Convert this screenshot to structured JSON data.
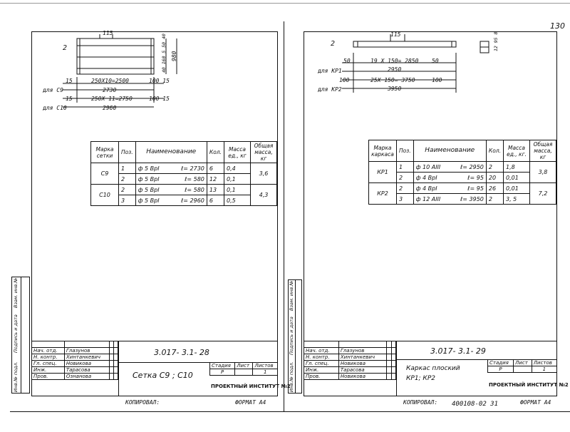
{
  "page_number": "130",
  "left": {
    "mesh": {
      "top_dim": "115",
      "label_2": "2",
      "right_dims": "40 160 5 50 40",
      "side_dim": "980",
      "dim_15a": "15",
      "dim_250x10": "250X10=2500",
      "dim_100_15": "100 15",
      "label_c9": "для С9",
      "c9_total": "2730",
      "dim_15b": "15",
      "dim_250x11": "250X 11=2750",
      "dim_100_15b": "100 15",
      "label_c10": "для С10",
      "c10_total": "2960"
    },
    "table": {
      "headers": [
        "Марка сетки",
        "Поз.",
        "Наименование",
        "Кол.",
        "Масса ед., кг",
        "Общая масса, кг"
      ],
      "rows": [
        {
          "mark": "С9",
          "pos": "1",
          "name": "ф 5 ВрI",
          "len": "ℓ= 2730",
          "qty": "6",
          "mass": "0,4",
          "total": "3,6"
        },
        {
          "mark": "",
          "pos": "2",
          "name": "ф 5 ВрI",
          "len": "ℓ= 580",
          "qty": "12",
          "mass": "0,1",
          "total": ""
        },
        {
          "mark": "С10",
          "pos": "2",
          "name": "ф 5 ВрI",
          "len": "ℓ= 580",
          "qty": "13",
          "mass": "0,1",
          "total": "4,3"
        },
        {
          "mark": "",
          "pos": "3",
          "name": "ф 5 ВрI",
          "len": "ℓ= 2960",
          "qty": "6",
          "mass": "0,5",
          "total": ""
        }
      ]
    },
    "side_labels": [
      "Инв.№ подл.",
      "Подпись и дата",
      "Взам. инв.№"
    ],
    "title_block": {
      "code": "3.017- 3.1- 28",
      "title": "Сетка С9 ; С10",
      "stage_h": "Стадия",
      "sheet_h": "Лист",
      "sheets_h": "Листов",
      "stage": "Р",
      "sheet": "",
      "sheets": "1",
      "org": "ПРОЕКТНЫЙ ИНСТИТУТ №2",
      "staff": [
        {
          "role": "Нач. отд.",
          "name": "Глазунов"
        },
        {
          "role": "Н. контр.",
          "name": "Хинтанкевич"
        },
        {
          "role": "Гл. спец.",
          "name": "Новикова"
        },
        {
          "role": "Инж.",
          "name": "Тарасова"
        },
        {
          "role": "Пров.",
          "name": "Ознанова"
        }
      ]
    },
    "footer_copy": "КОПИРОВАЛ:",
    "footer_format": "ФОРМАТ А4"
  },
  "right": {
    "frame": {
      "top_dim": "115",
      "label_2": "2",
      "dim_50a": "50",
      "dim_19x150": "19 X 150= 2850",
      "dim_50b": "50",
      "label_kp1": "для КР1",
      "kp1_total": "2950",
      "dim_100a": "100",
      "dim_25x150": "25X 150= 3750",
      "dim_100b": "100",
      "label_kp2": "для КР2",
      "kp2_total": "3950",
      "sec_dims": "12 95 8"
    },
    "table": {
      "headers": [
        "Марка каркаса",
        "Поз.",
        "Наименование",
        "Кол.",
        "Масса ед., кг.",
        "Общая масса, кг"
      ],
      "rows": [
        {
          "mark": "КР1",
          "pos": "1",
          "name": "ф 10 АIII",
          "len": "ℓ= 2950",
          "qty": "2",
          "mass": "1,8",
          "total": "3,8"
        },
        {
          "mark": "",
          "pos": "2",
          "name": "ф 4 ВрI",
          "len": "ℓ= 95",
          "qty": "20",
          "mass": "0,01",
          "total": ""
        },
        {
          "mark": "КР2",
          "pos": "2",
          "name": "ф 4 ВрI",
          "len": "ℓ= 95",
          "qty": "26",
          "mass": "0,01",
          "total": "7,2"
        },
        {
          "mark": "",
          "pos": "3",
          "name": "ф 12 АIII",
          "len": "ℓ= 3950",
          "qty": "2",
          "mass": "3, 5",
          "total": ""
        }
      ]
    },
    "side_labels": [
      "Инв.№ подл.",
      "Подпись и дата",
      "Взам. инв.№"
    ],
    "title_block": {
      "code": "3.017- 3.1- 29",
      "title_line1": "Каркас плоский",
      "title_line2": "КР1; КР2",
      "stage_h": "Стадия",
      "sheet_h": "Лист",
      "sheets_h": "Листов",
      "stage": "Р",
      "sheet": "",
      "sheets": "1",
      "org": "ПРОЕКТНЫЙ ИНСТИТУТ №2",
      "staff": [
        {
          "role": "Нач. отд.",
          "name": "Глазунов"
        },
        {
          "role": "Н. контр.",
          "name": "Хинтанкевич"
        },
        {
          "role": "Гл. спец.",
          "name": "Новикова"
        },
        {
          "role": "Инж.",
          "name": "Тарасова"
        },
        {
          "role": "Пров.",
          "name": "Новикова"
        }
      ]
    },
    "footer_copy": "КОПИРОВАЛ:",
    "footer_number": "400108-02   31",
    "footer_format": "ФОРМАТ А4"
  }
}
